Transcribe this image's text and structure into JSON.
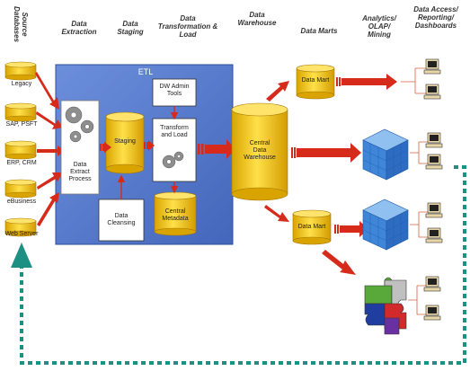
{
  "headers": {
    "source": "Source\nDatabases",
    "extraction": "Data\nExtraction",
    "staging": "Data\nStaging",
    "transform": "Data\nTransformation &\nLoad",
    "warehouse": "Data\nWarehouse",
    "marts": "Data Marts",
    "analytics": "Analytics/\nOLAP/\nMining",
    "access": "Data Access/\nReporting/\nDashboards"
  },
  "sources": [
    "Legacy",
    "SAP, PSFT",
    "ERP, CRM",
    "eBusiness",
    "Web Server"
  ],
  "etl": {
    "title": "ETL",
    "extract": "Data\nExtract\nProcess",
    "staging": "Staging",
    "admin": "DW Admin\nTools",
    "transform": "Transform\nand Load",
    "cleansing": "Data\nCleansing",
    "metadata": "Central\nMetadata"
  },
  "warehouse_label": "Central\nData\nWarehouse",
  "data_mart_top": "Data Mart",
  "data_mart_bottom": "Data Mart",
  "colors": {
    "etl_bg": "#5b7fd0",
    "cylinder": "#f2c515",
    "arrow": "#d62a1a",
    "feedback": "#1e8f83",
    "cube": "#3e82d6"
  }
}
